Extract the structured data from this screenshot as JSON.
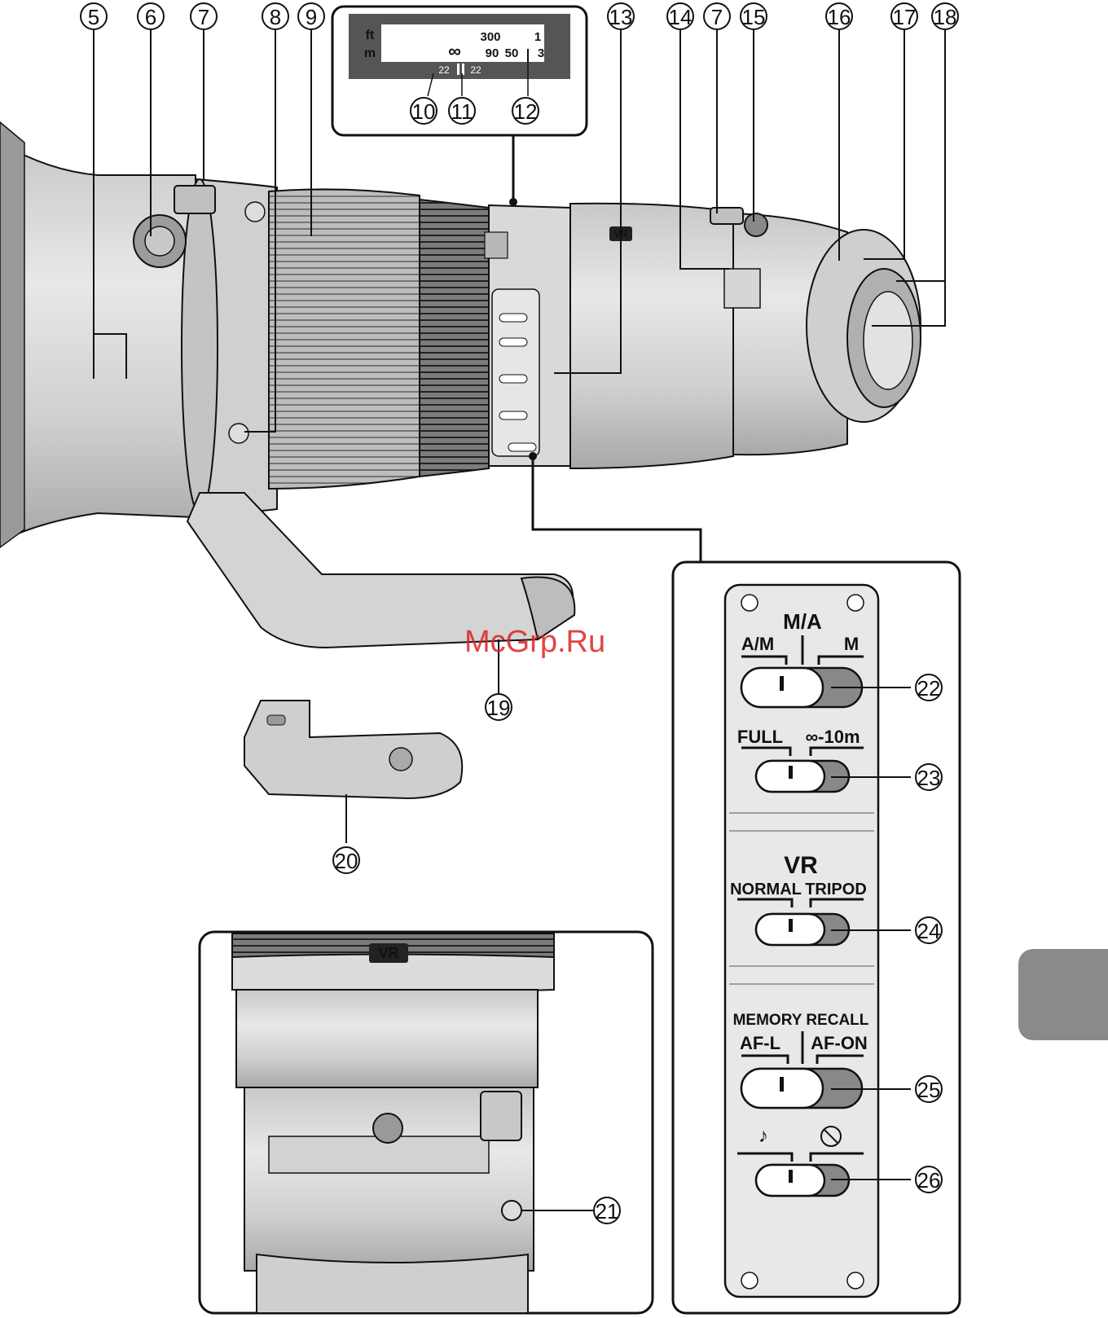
{
  "callouts": {
    "c5": "5",
    "c6": "6",
    "c7a": "7",
    "c8": "8",
    "c9": "9",
    "c10": "10",
    "c11": "11",
    "c12": "12",
    "c13": "13",
    "c14": "14",
    "c7b": "7",
    "c15": "15",
    "c16": "16",
    "c17": "17",
    "c18": "18",
    "c19": "19",
    "c20": "20",
    "c21": "21",
    "c22": "22",
    "c23": "23",
    "c24": "24",
    "c25": "25",
    "c26": "26"
  },
  "distance_scale": {
    "unit_ft": "ft",
    "unit_m": "m",
    "ft_value": "300",
    "ft_edge": "1",
    "m_infinity": "∞",
    "m_value_1": "90",
    "m_value_2": "50",
    "m_edge": "3",
    "depth_left": "22",
    "depth_right": "22"
  },
  "switch_panel": {
    "focus_mode": {
      "center": "M/A",
      "left": "A/M",
      "right": "M"
    },
    "focus_limit": {
      "left": "FULL",
      "right": "∞-10m"
    },
    "vr": {
      "title": "VR",
      "left": "NORMAL",
      "right": "TRIPOD"
    },
    "memory": {
      "title": "MEMORY RECALL",
      "left": "AF-L",
      "right": "AF-ON"
    },
    "sound": {
      "left": "♪",
      "right": "♫̸"
    }
  },
  "inset_vr_badge": "VR",
  "lens_vr_badge": "VR",
  "watermark": "McGrp.Ru",
  "colors": {
    "line": "#111111",
    "lens_light": "#d8d8d8",
    "lens_mid": "#b4b4b4",
    "lens_dark": "#7a7a7a",
    "tab": "#8a8a8a"
  }
}
